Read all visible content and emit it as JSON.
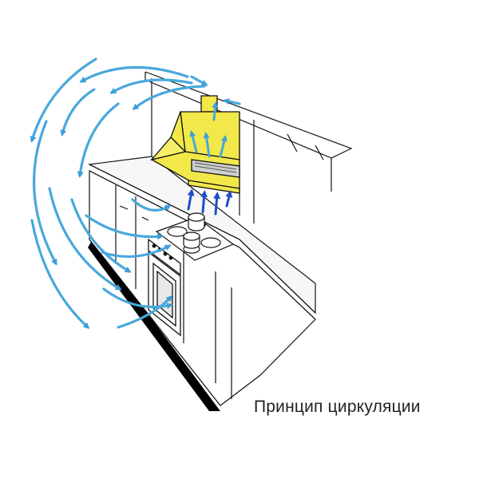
{
  "diagram": {
    "caption": "Принцип циркуляции",
    "colors": {
      "air_flow": "#48a8dc",
      "air_flow_light": "#9ad2f0",
      "intake_flow": "#1f4fc8",
      "hood": "#f2e84a",
      "outline": "#111111",
      "counter": "#f3f3f3",
      "plinth": "#000000"
    },
    "icons": [
      "circulating-air-arrow",
      "intake-air-arrow",
      "range-hood",
      "hob",
      "oven",
      "cooking-pot"
    ]
  }
}
